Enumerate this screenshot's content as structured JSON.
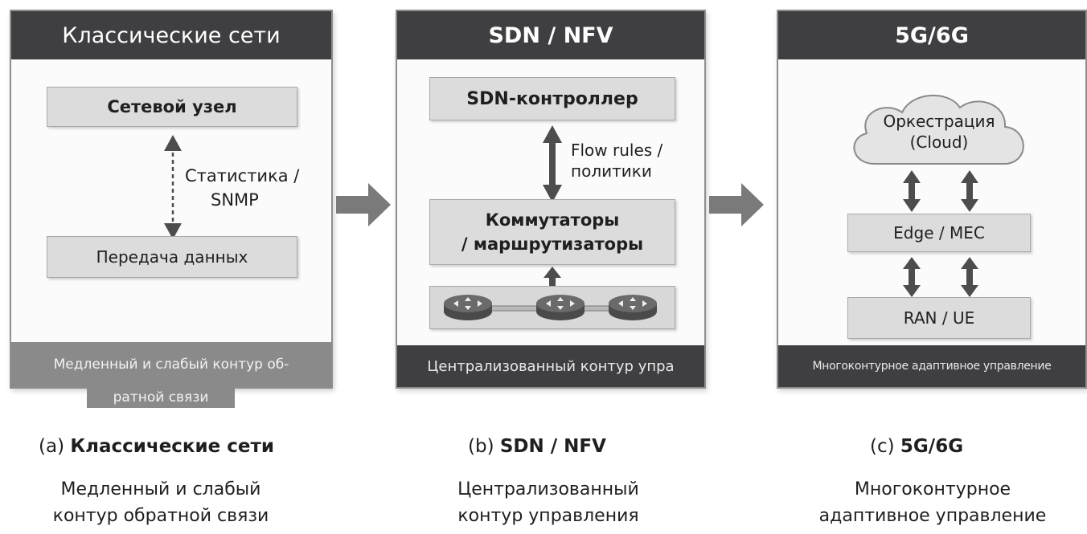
{
  "panels": [
    {
      "title": "Классические сети",
      "node_top": "Сетевой узел",
      "node_bottom": "Передача данных",
      "link_label_1": "Статистика /",
      "link_label_2": "SNMP",
      "footer_line1": "Медленный и слабый контур об-",
      "footer_line2": "ратной связи"
    },
    {
      "title": "SDN / NFV",
      "node_top": "SDN-контроллер",
      "node_mid_line1": "Коммутаторы",
      "node_mid_line2": "/ маршрутизаторы",
      "link_label_1": "Flow rules /",
      "link_label_2": "политики",
      "footer": "Централизованный контур упра"
    },
    {
      "title": "5G/6G",
      "cloud_line1": "Оркестрация",
      "cloud_line2": "(Cloud)",
      "node_mid": "Edge / MEC",
      "node_bottom": "RAN / UE",
      "footer": "Многоконтурное адаптивное управление"
    }
  ],
  "captions": [
    {
      "letter": "(a)",
      "title": "Классические сети",
      "desc_line1": "Медленный и слабый",
      "desc_line2": "контур обратной связи"
    },
    {
      "letter": "(b)",
      "title": "SDN / NFV",
      "desc_line1": "Централизованный",
      "desc_line2": "контур управления"
    },
    {
      "letter": "(c)",
      "title": "5G/6G",
      "desc_line1": "Многоконтурное",
      "desc_line2": "адаптивное управление"
    }
  ],
  "colors": {
    "header": "#3f3f42",
    "footer_a": "#8a8a8a",
    "box_fill": "#dcdcdc",
    "arrow": "#4d4d4d",
    "flow_arrow": "#7a7a7a"
  },
  "icons": [
    "router-icon",
    "router-icon",
    "router-icon"
  ]
}
